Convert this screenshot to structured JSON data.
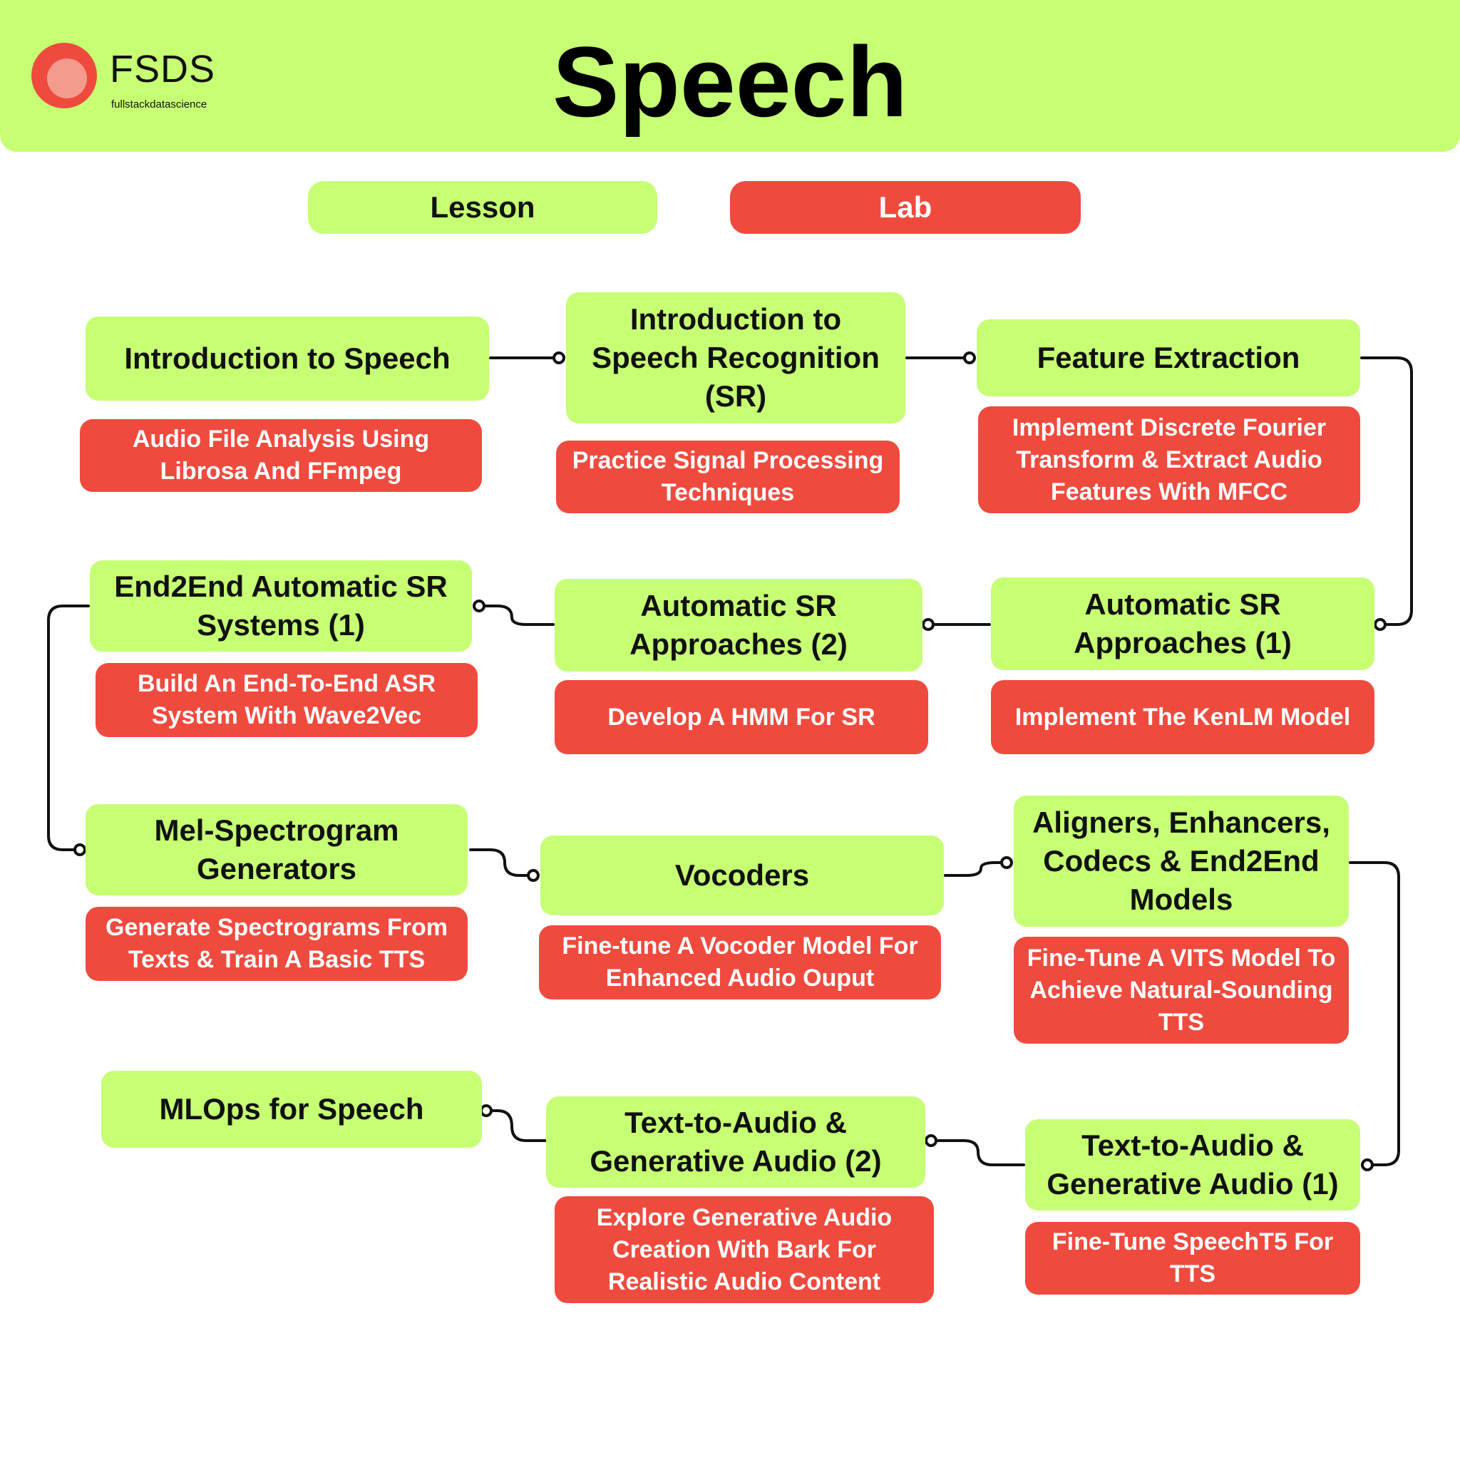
{
  "header": {
    "title": "Speech",
    "brand": "FSDS",
    "brand_tagline": "fullstackdatascience"
  },
  "legend": {
    "lesson": "Lesson",
    "lab": "Lab"
  },
  "modules": [
    {
      "lesson": "Introduction to Speech",
      "lab": "Audio File Analysis Using Librosa And FFmpeg"
    },
    {
      "lesson": "Introduction to Speech Recognition (SR)",
      "lab": "Practice Signal Processing Techniques"
    },
    {
      "lesson": "Feature Extraction",
      "lab": "Implement Discrete Fourier Transform & Extract Audio Features With MFCC"
    },
    {
      "lesson": "Automatic SR Approaches (1)",
      "lab": "Implement The KenLM Model"
    },
    {
      "lesson": "Automatic SR Approaches (2)",
      "lab": "Develop A HMM For SR"
    },
    {
      "lesson": "End2End Automatic SR Systems (1)",
      "lab": "Build An End-To-End ASR System With Wave2Vec"
    },
    {
      "lesson": "Mel-Spectrogram Generators",
      "lab": "Generate Spectrograms From Texts & Train A Basic TTS"
    },
    {
      "lesson": "Vocoders",
      "lab": "Fine-tune A Vocoder Model For Enhanced Audio Ouput"
    },
    {
      "lesson": "Aligners, Enhancers, Codecs & End2End Models",
      "lab": "Fine-Tune A VITS Model To Achieve Natural-Sounding TTS"
    },
    {
      "lesson": "Text-to-Audio & Generative Audio (1)",
      "lab": "Fine-Tune SpeechT5 For TTS"
    },
    {
      "lesson": "Text-to-Audio & Generative Audio (2)",
      "lab": "Explore Generative Audio Creation With Bark For Realistic Audio Content"
    },
    {
      "lesson": "MLOps for Speech",
      "lab": ""
    }
  ],
  "colors": {
    "lesson": "#c6ff73",
    "lab": "#ef4a3e",
    "connector": "#111111"
  }
}
